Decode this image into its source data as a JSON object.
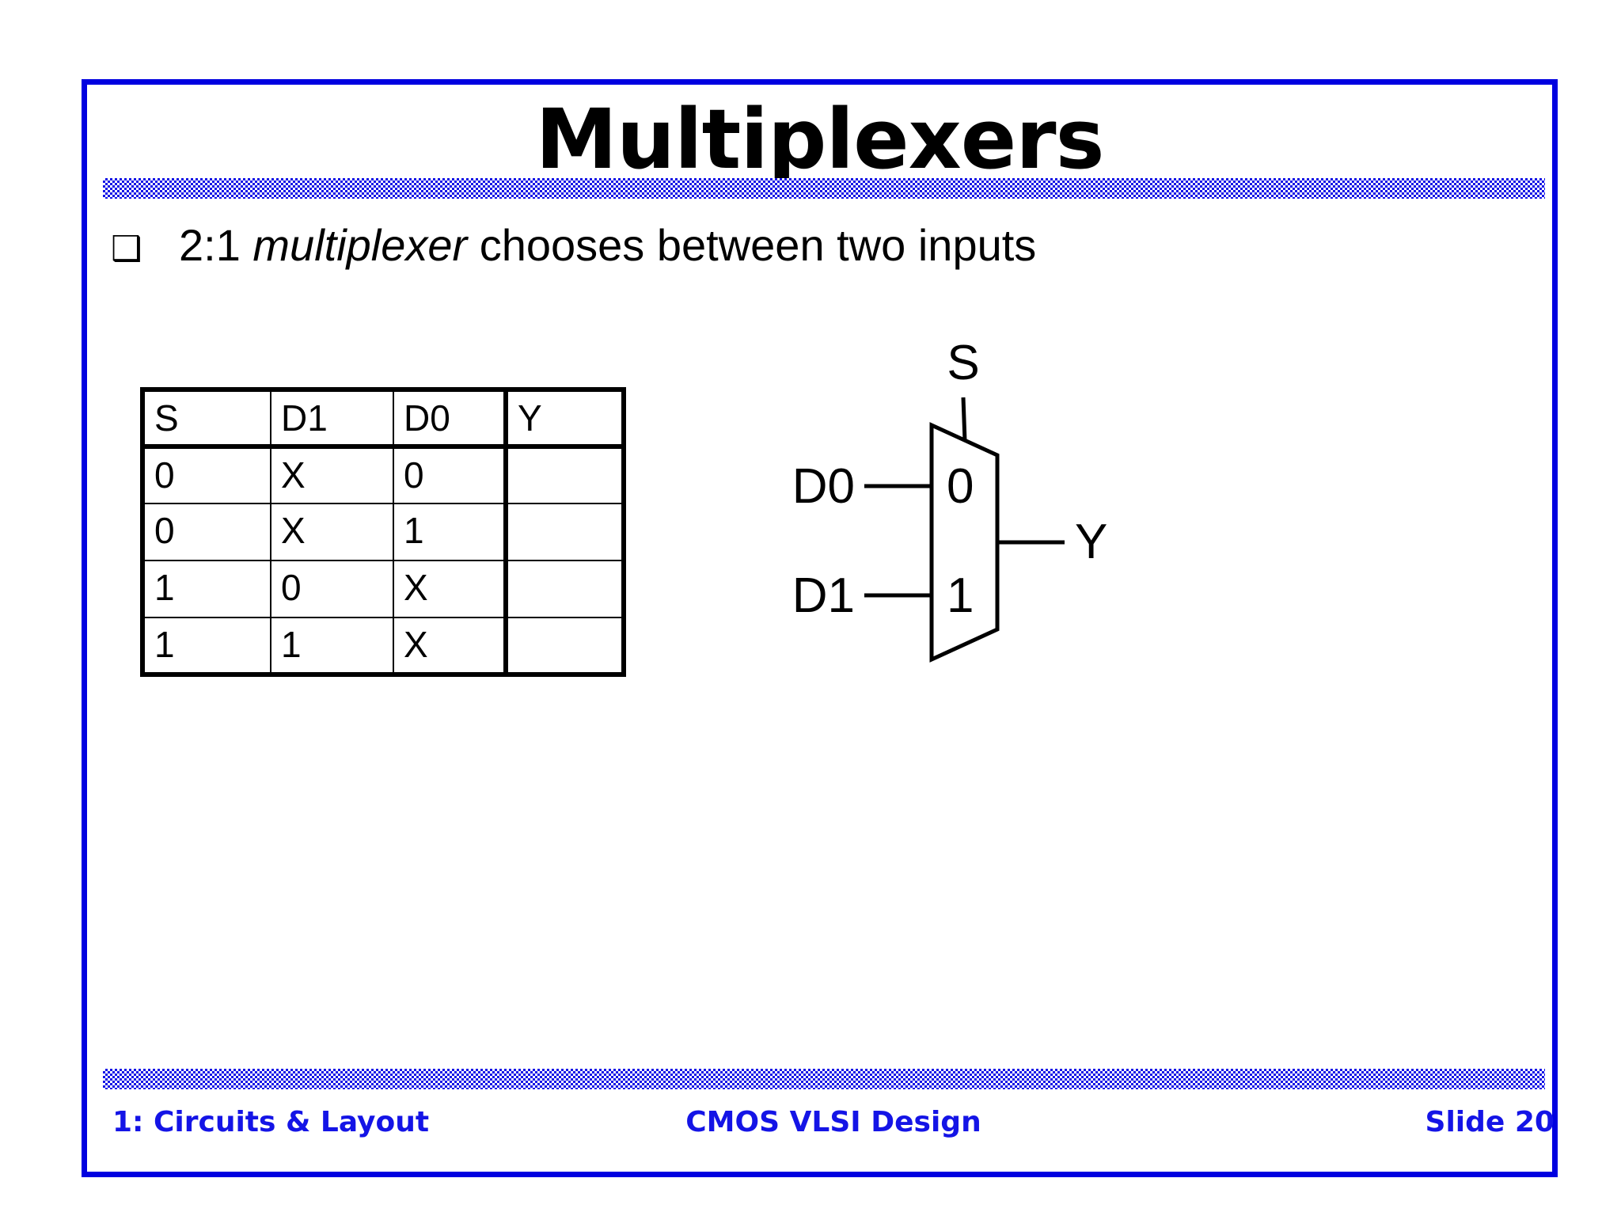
{
  "slide": {
    "title": "Multiplexers",
    "border_color": "#0000e0",
    "rule_color": "#1414e6",
    "bullet_glyph": "❑"
  },
  "bullet": {
    "lead": "2:1 ",
    "emphasis": "multiplexer",
    "tail": " chooses between two inputs"
  },
  "truth_table": {
    "headers": [
      "S",
      "D1",
      "D0",
      "Y"
    ],
    "rows": [
      [
        "0",
        "X",
        "0",
        ""
      ],
      [
        "0",
        "X",
        "1",
        ""
      ],
      [
        "1",
        "0",
        "X",
        ""
      ],
      [
        "1",
        "1",
        "X",
        ""
      ]
    ]
  },
  "mux": {
    "select_label": "S",
    "input0_label": "D0",
    "input1_label": "D1",
    "output_label": "Y",
    "port0_label": "0",
    "port1_label": "1"
  },
  "footer": {
    "left": "1: Circuits & Layout",
    "center": "CMOS VLSI Design",
    "right": "Slide 20",
    "color": "#1414e6"
  }
}
